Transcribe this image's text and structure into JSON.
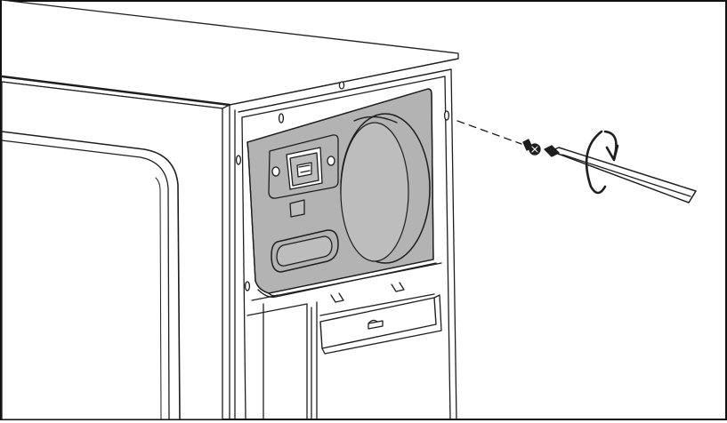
{
  "figure": {
    "subject": "computer-case-rear-psu-screw-installation",
    "colors": {
      "background": "#ffffff",
      "line": "#1e1e1e",
      "psu_fill": "#b3b3b3",
      "inset_fill": "#bdbdbd",
      "frame": "#111111"
    },
    "components": [
      {
        "name": "case-top-panel"
      },
      {
        "name": "case-side-panel"
      },
      {
        "name": "side-window"
      },
      {
        "name": "rear-panel"
      },
      {
        "name": "psu-plate"
      },
      {
        "name": "ac-power-inlet"
      },
      {
        "name": "psu-switch"
      },
      {
        "name": "psu-fan"
      },
      {
        "name": "expansion-slot-cover"
      },
      {
        "name": "screw"
      },
      {
        "name": "screwdriver"
      },
      {
        "name": "rotation-arrow"
      }
    ]
  }
}
